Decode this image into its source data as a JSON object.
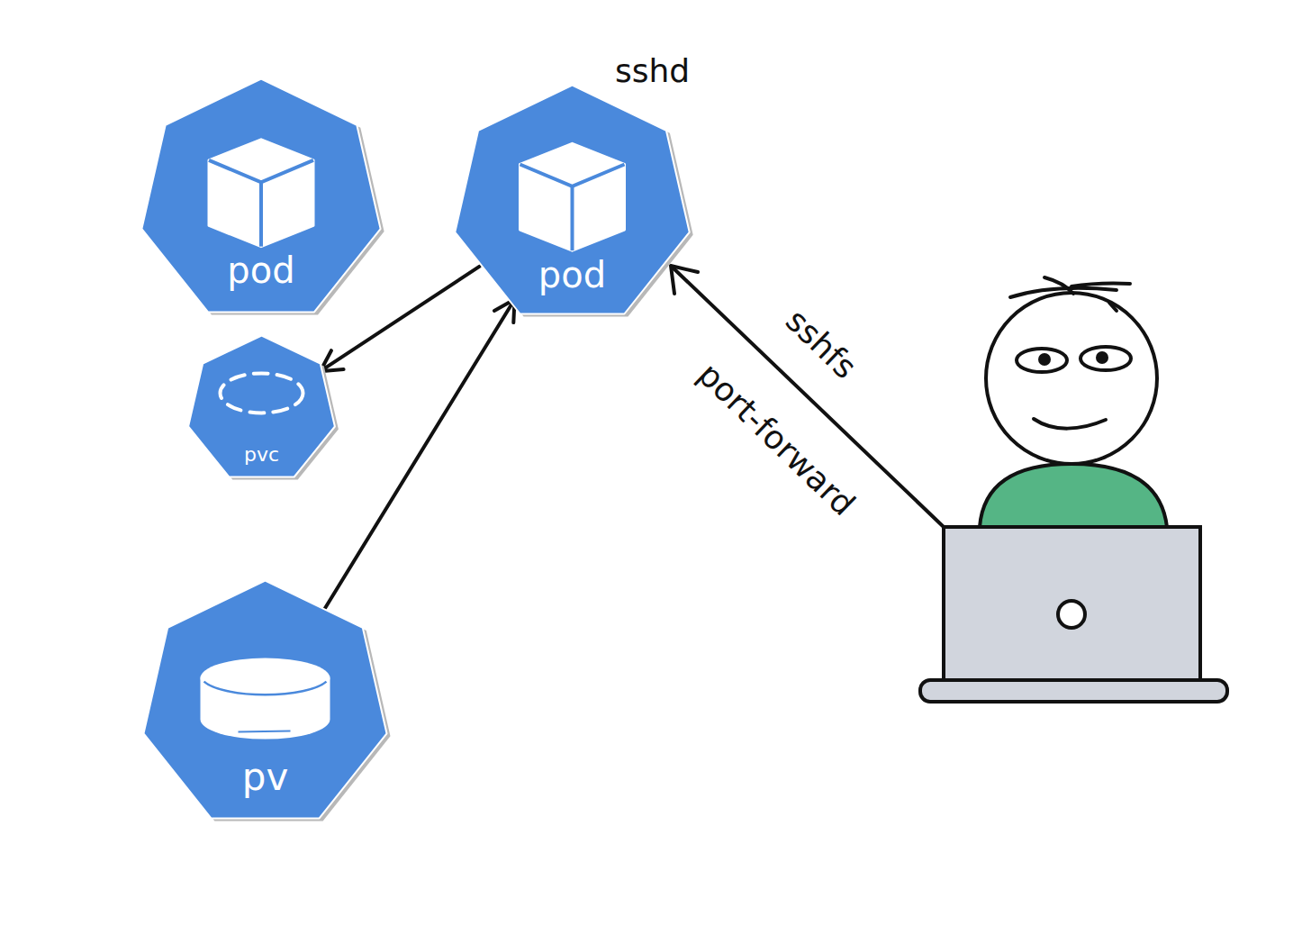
{
  "diagram": {
    "nodes": [
      {
        "text": [
          "pod"
        ]
      },
      {
        "text": [
          "sshd",
          "pod"
        ]
      },
      {
        "text": [
          "pvc"
        ]
      },
      {
        "text": [
          "pv"
        ]
      }
    ],
    "edges": [
      {
        "from": 1,
        "to": 2,
        "arrow": "to"
      },
      {
        "from": 3,
        "to": 1,
        "arrow": "to"
      }
    ],
    "labels": [
      "sshfs",
      "port-forward"
    ]
  }
}
